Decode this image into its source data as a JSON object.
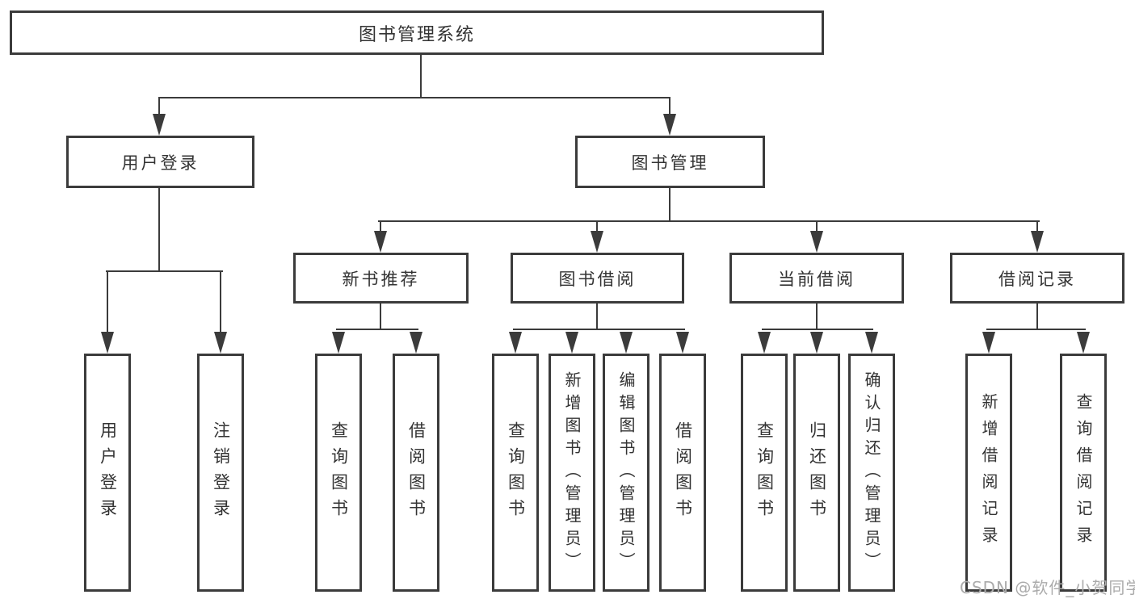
{
  "diagram": {
    "root": {
      "label": "图书管理系统"
    },
    "level2": [
      {
        "label": "用户登录"
      },
      {
        "label": "图书管理"
      }
    ],
    "level3": [
      {
        "label": "新书推荐"
      },
      {
        "label": "图书借阅"
      },
      {
        "label": "当前借阅"
      },
      {
        "label": "借阅记录"
      }
    ],
    "leaves": {
      "user_login": [
        {
          "label": "用户登录"
        },
        {
          "label": "注销登录"
        }
      ],
      "new_book": [
        {
          "label": "查询图书"
        },
        {
          "label": "借阅图书"
        }
      ],
      "book_borrow": [
        {
          "label": "查询图书"
        },
        {
          "label": "新增图书（管理员）"
        },
        {
          "label": "编辑图书（管理员）"
        },
        {
          "label": "借阅图书"
        }
      ],
      "current_borrow": [
        {
          "label": "查询图书"
        },
        {
          "label": "归还图书"
        },
        {
          "label": "确认归还（管理员）"
        }
      ],
      "borrow_record": [
        {
          "label": "新增借阅记录"
        },
        {
          "label": "查询借阅记录"
        }
      ]
    }
  },
  "watermark": {
    "text": "CSDN @软件_小贺同学"
  },
  "colors": {
    "line": "#3b3b3b",
    "text": "#333333",
    "watermark": "#ababab",
    "background": "#ffffff"
  }
}
